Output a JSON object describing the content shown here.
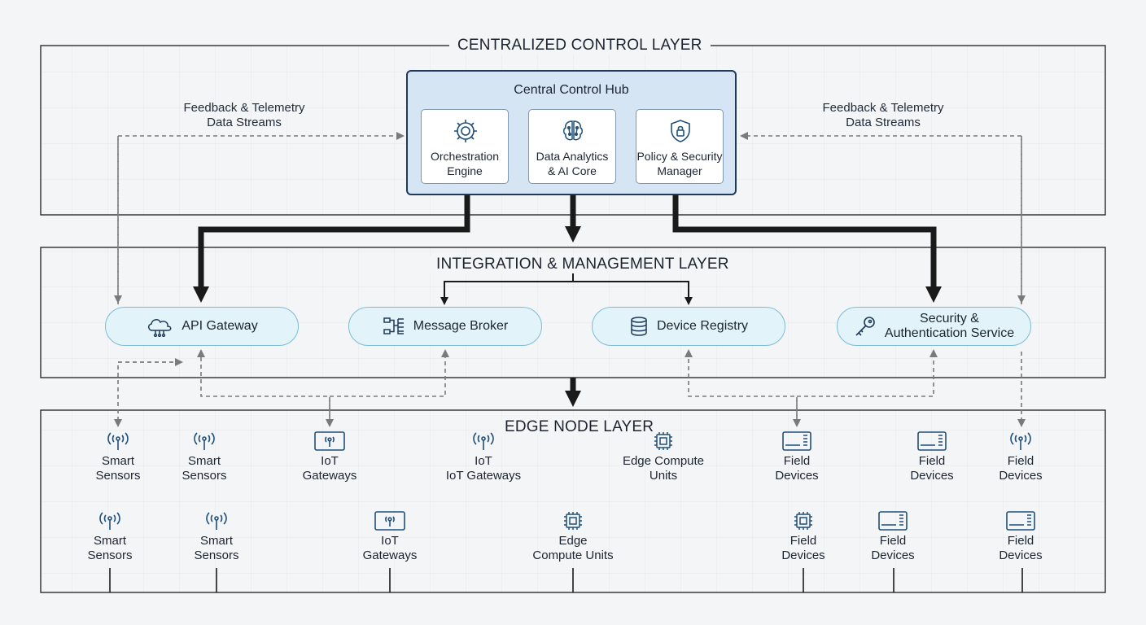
{
  "layers": {
    "control_title": "CENTRALIZED CONTROL LAYER",
    "integration_title": "INTEGRATION & MANAGEMENT LAYER",
    "edge_title": "EDGE NODE LAYER"
  },
  "hub": {
    "title": "Central Control Hub",
    "modules": [
      {
        "line1": "Orchestration",
        "line2": "Engine",
        "icon": "gear-icon"
      },
      {
        "line1": "Data Analytics",
        "line2": "& AI Core",
        "icon": "brain-icon"
      },
      {
        "line1": "Policy & Security",
        "line2": "Manager",
        "icon": "shield-lock-icon"
      }
    ]
  },
  "feedback": {
    "left": {
      "line1": "Feedback & Telemetry",
      "line2": "Data Streams"
    },
    "right": {
      "line1": "Feedback & Telemetry",
      "line2": "Data Streams"
    }
  },
  "services": [
    {
      "line1": "API Gateway",
      "line2": "",
      "icon": "cloud-network-icon"
    },
    {
      "line1": "Message Broker",
      "line2": "",
      "icon": "broker-icon"
    },
    {
      "line1": "Device Registry",
      "line2": "",
      "icon": "database-icon"
    },
    {
      "line1": "Security &",
      "line2": "Authentication Service",
      "icon": "key-icon"
    }
  ],
  "edge_row1": [
    {
      "line1": "Smart",
      "line2": "Sensors",
      "icon": "antenna-icon"
    },
    {
      "line1": "Smart",
      "line2": "Sensors",
      "icon": "antenna-icon"
    },
    {
      "line1": "IoT",
      "line2": "Gateways",
      "icon": "gateway-icon"
    },
    {
      "line1": "IoT",
      "line2": "IoT Gateways",
      "icon": "antenna-icon"
    },
    {
      "line1": "Edge Compute",
      "line2": "Units",
      "icon": "chip-icon"
    },
    {
      "line1": "Field",
      "line2": "Devices",
      "icon": "field-device-icon"
    },
    {
      "line1": "Field",
      "line2": "Devices",
      "icon": "field-device-icon"
    },
    {
      "line1": "Field",
      "line2": "Devices",
      "icon": "antenna-icon"
    }
  ],
  "edge_row2": [
    {
      "line1": "Smart",
      "line2": "Sensors",
      "icon": "antenna-icon"
    },
    {
      "line1": "Smart",
      "line2": "Sensors",
      "icon": "antenna-icon"
    },
    {
      "line1": "IoT",
      "line2": "Gateways",
      "icon": "gateway-icon"
    },
    {
      "line1": "Edge",
      "line2": "Compute Units",
      "icon": "chip-icon"
    },
    {
      "line1": "Field",
      "line2": "Devices",
      "icon": "chip-icon"
    },
    {
      "line1": "Field",
      "line2": "Devices",
      "icon": "field-device-icon"
    },
    {
      "line1": "Field",
      "line2": "Devices",
      "icon": "field-device-icon"
    }
  ],
  "colors": {
    "background": "#f4f5f7",
    "hub_fill": "#d6e5f3",
    "hub_border": "#1f3a5a",
    "pill_fill": "#e2f3fa",
    "pill_border": "#7dbcd8",
    "icon_stroke": "#1f4f7a",
    "arrow_dark": "#1a1a1a",
    "arrow_dashed": "#777777"
  }
}
